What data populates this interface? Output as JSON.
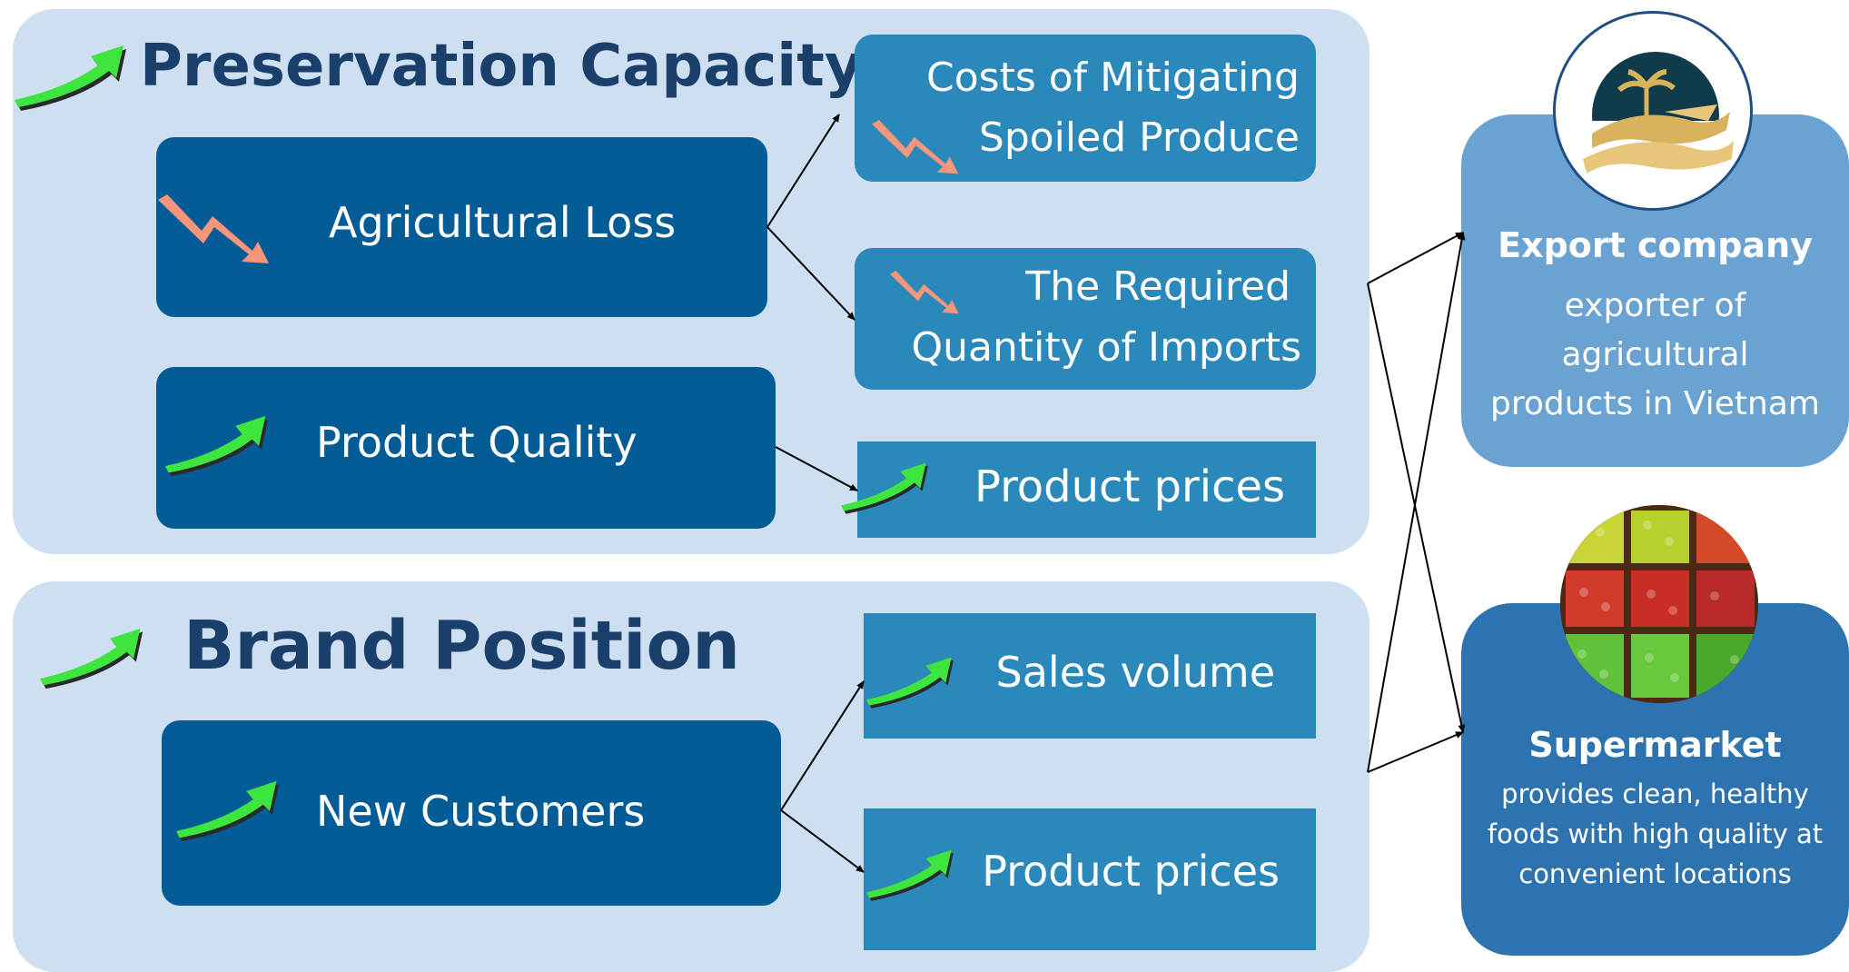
{
  "preservation": {
    "title": "Preservation Capacity",
    "agricultural_loss": "Agricultural Loss",
    "product_quality": "Product Quality",
    "costs_line1": "Costs of Mitigating",
    "costs_line2": "Spoiled Produce",
    "imports_line1": "The Required",
    "imports_line2": "Quantity of Imports",
    "product_prices": "Product prices"
  },
  "brand": {
    "title": "Brand Position",
    "new_customers": "New Customers",
    "sales_volume": "Sales volume",
    "product_prices": "Product prices"
  },
  "export_card": {
    "title": "Export company",
    "body": "exporter of\nagricultural\nproducts in Vietnam"
  },
  "supermarket_card": {
    "title": "Supermarket",
    "body": "provides clean, healthy\nfoods with high quality at\nconvenient locations"
  },
  "icons": {
    "up": "green-up-trend-arrow-icon",
    "down": "salmon-down-trend-arrow-icon"
  },
  "colors": {
    "panel": "#cddff0",
    "dark_box": "#045c96",
    "mid_box": "#2b88ba",
    "title": "#1b3f6b",
    "up_arrow": "#3ee53e",
    "down_arrow": "#f7967a",
    "export_card": "#6aa2d2",
    "supermarket_card": "#2c73b0"
  }
}
